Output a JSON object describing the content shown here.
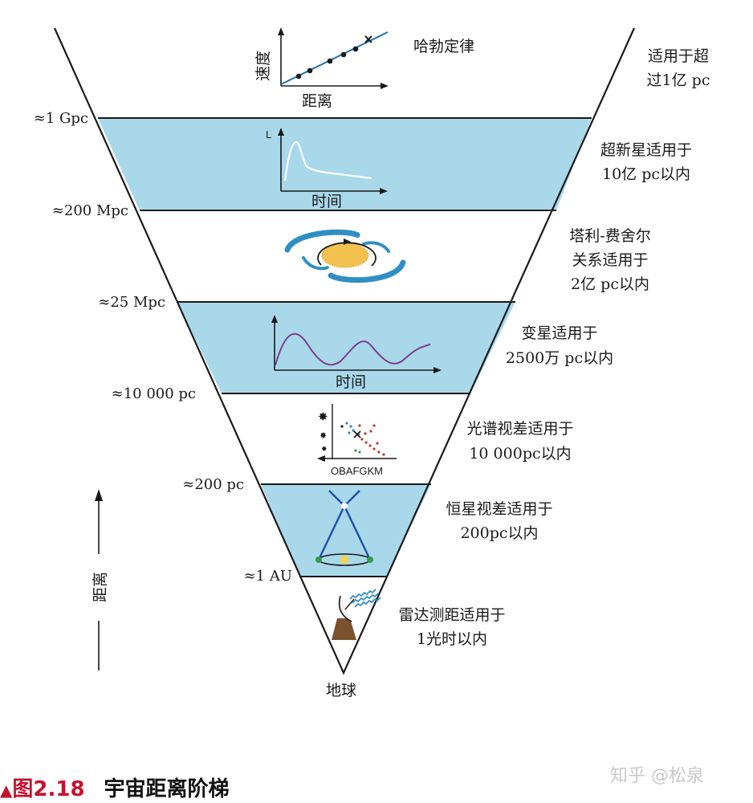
{
  "layers": [
    {
      "boundary": "≈1 Gpc",
      "method": [
        "适用于超",
        "过1亿 pc"
      ],
      "top_text": "哈勃定律"
    },
    {
      "boundary": "≈200 Mpc",
      "method": [
        "超新星适用于",
        "10亿 pc以内"
      ]
    },
    {
      "boundary": "≈25 Mpc",
      "method": [
        "塔利-费舍尔",
        "关系适用于",
        "2亿 pc以内"
      ]
    },
    {
      "boundary": "≈10 000 pc",
      "method": [
        "变星适用于",
        "2500万 pc以内"
      ]
    },
    {
      "boundary": "≈200 pc",
      "method": [
        "光谱视差适用于",
        "10 000pc以内"
      ]
    },
    {
      "boundary": "≈1 AU",
      "method": [
        "恒星视差适用于",
        "200pc以内"
      ]
    },
    {
      "boundary": "",
      "method": [
        "雷达测距适用于",
        "1光时以内"
      ]
    }
  ],
  "hubble": {
    "ylabel": "速度",
    "xlabel": "距离",
    "label": "哈勃定律"
  },
  "supernova": {
    "ylabel": "L",
    "xlabel": "时间"
  },
  "variable": {
    "xlabel": "时间"
  },
  "spectral": {
    "xlabel": "OBAFGKM"
  },
  "earth_label": "地球",
  "distance_axis_label": "距离",
  "caption": {
    "marker": "▲",
    "number": "图2.18",
    "title": "宇宙距离阶梯"
  },
  "watermark": "知乎 @松泉",
  "colors": {
    "band": "#a9d8ea",
    "line": "#1a1a1a",
    "hubble_line": "#1f6fb2",
    "variable_curve": "#7b3f8c",
    "caption_red": "#c8102e"
  }
}
